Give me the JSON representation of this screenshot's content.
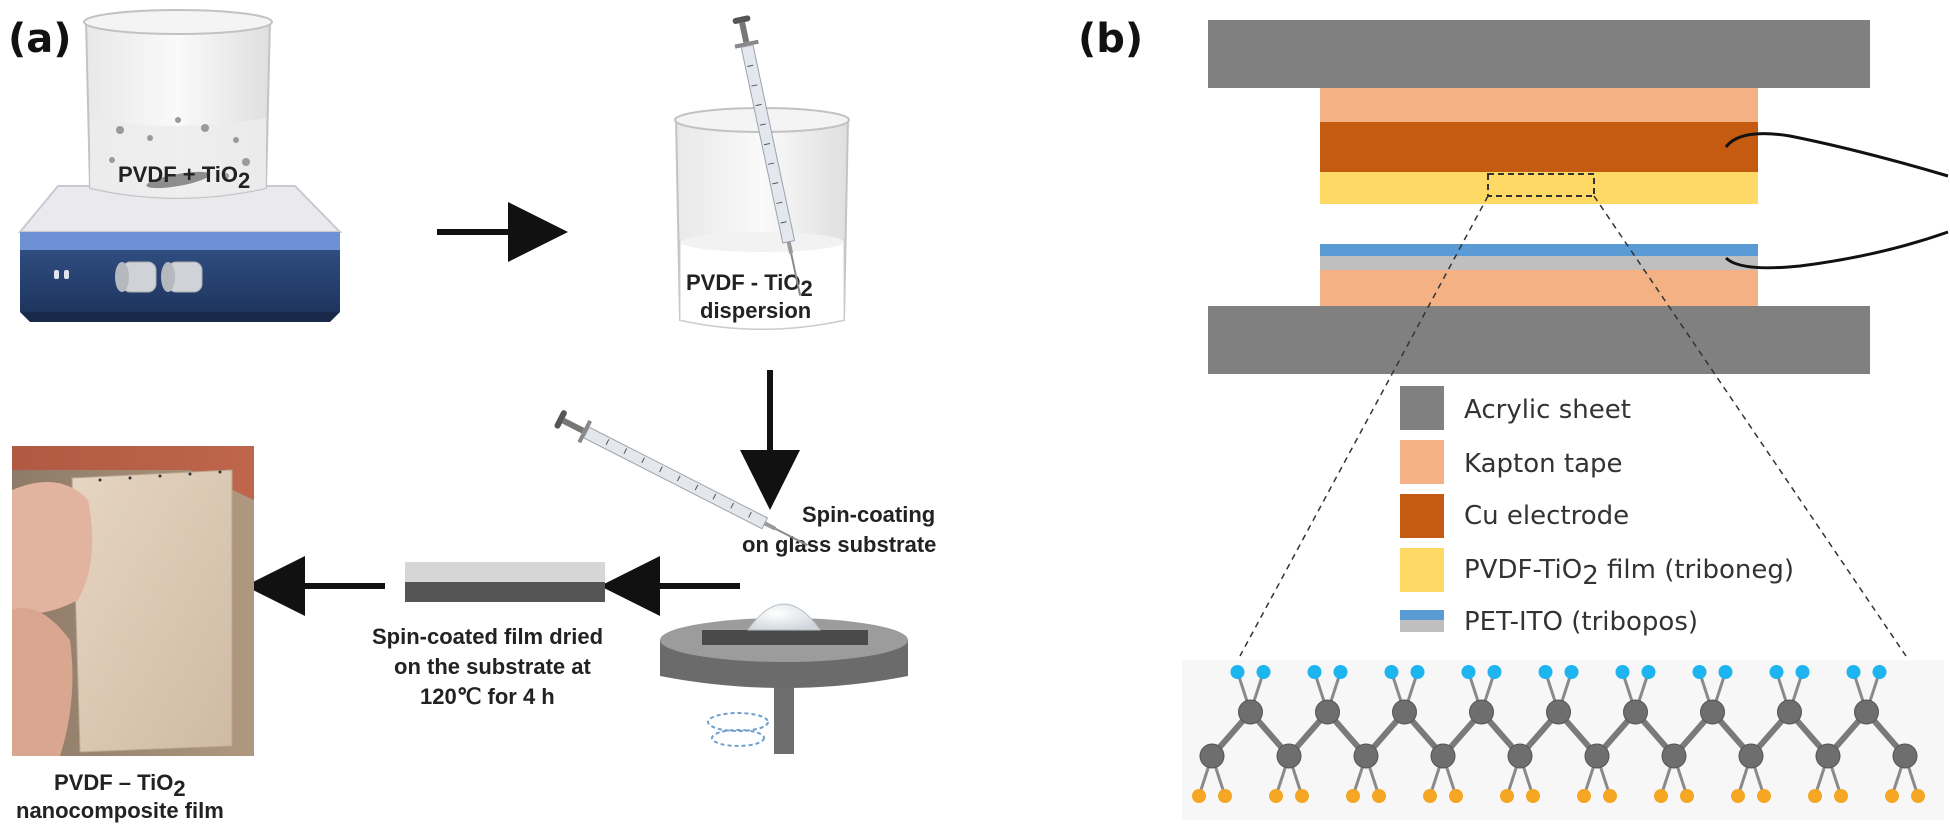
{
  "panel_a": {
    "label": "(a)",
    "beaker1": {
      "main": "PVDF + TiO",
      "sub": "2"
    },
    "beaker2": {
      "line1_main": "PVDF - TiO",
      "line1_sub": "2",
      "line2": "dispersion"
    },
    "spin_label": {
      "line1": "Spin-coating",
      "line2": "on glass substrate"
    },
    "dry_label": {
      "line1": "Spin-coated film dried",
      "line2": "on the substrate at",
      "line3": "120℃ for 4 h"
    },
    "film_label": {
      "line1_main": "PVDF – TiO",
      "line1_sub": "2",
      "line2": "nanocomposite film"
    }
  },
  "panel_b": {
    "label": "(b)",
    "legend": [
      {
        "color": "#808080",
        "text": "Acrylic sheet"
      },
      {
        "color": "#f4b183",
        "text": "Kapton tape"
      },
      {
        "color": "#c55a11",
        "text": "Cu electrode"
      },
      {
        "color": "#ffd966",
        "text_main": "PVDF-TiO",
        "text_sub": "2",
        "text_tail": " film (triboneg)"
      },
      {
        "color_top": "#5b9bd5",
        "color_bottom": "#bfbfbf",
        "text": "PET-ITO (tribopos)"
      }
    ],
    "colors": {
      "acrylic": "#808080",
      "kapton": "#f4b183",
      "copper": "#c55a11",
      "pvdf_film": "#ffd966",
      "pet_ito_blue": "#5b9bd5",
      "pet_ito_grey": "#bfbfbf",
      "carbon_atom": "#6e6e6e",
      "fluorine_atom": "#1eb4f0",
      "hydrogen_atom": "#f5a623"
    }
  }
}
